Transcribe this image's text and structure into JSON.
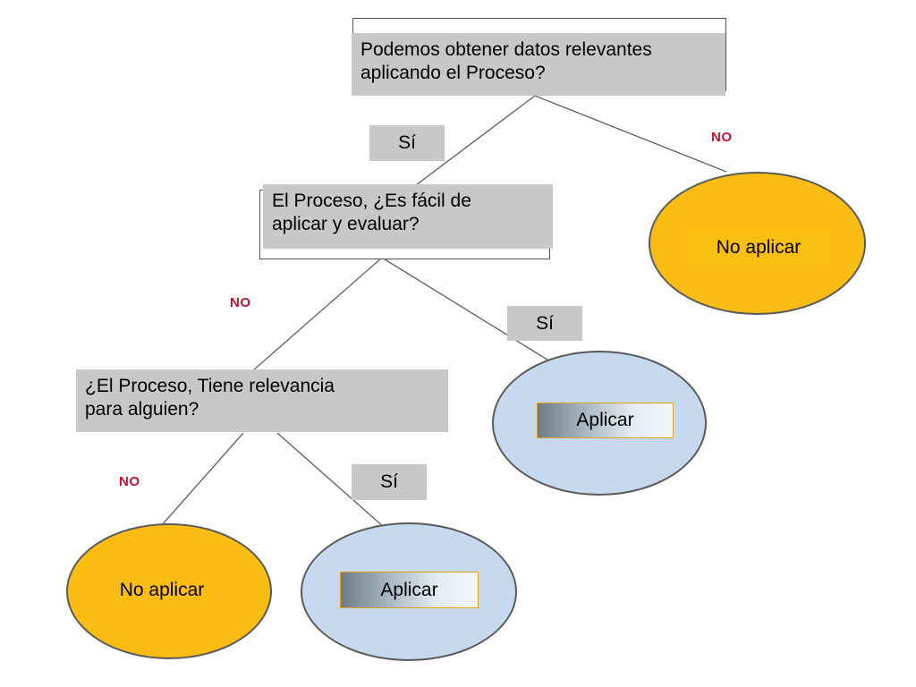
{
  "diagram": {
    "q1": "Podemos obtener datos relevantes\naplicando el Proceso?",
    "q2": "El Proceso, ¿Es fácil de\naplicar y evaluar?",
    "q3": "¿El Proceso, Tiene relevancia\npara alguien?",
    "yes_label": "Sí",
    "no_label": "NO",
    "no_apply": "No aplicar",
    "apply": "Aplicar"
  },
  "colors": {
    "question_fill": "#c8c8c8",
    "no_text": "#c8102e",
    "yellow_node": "#fbbd14",
    "blue_node": "#c6d9ef"
  }
}
